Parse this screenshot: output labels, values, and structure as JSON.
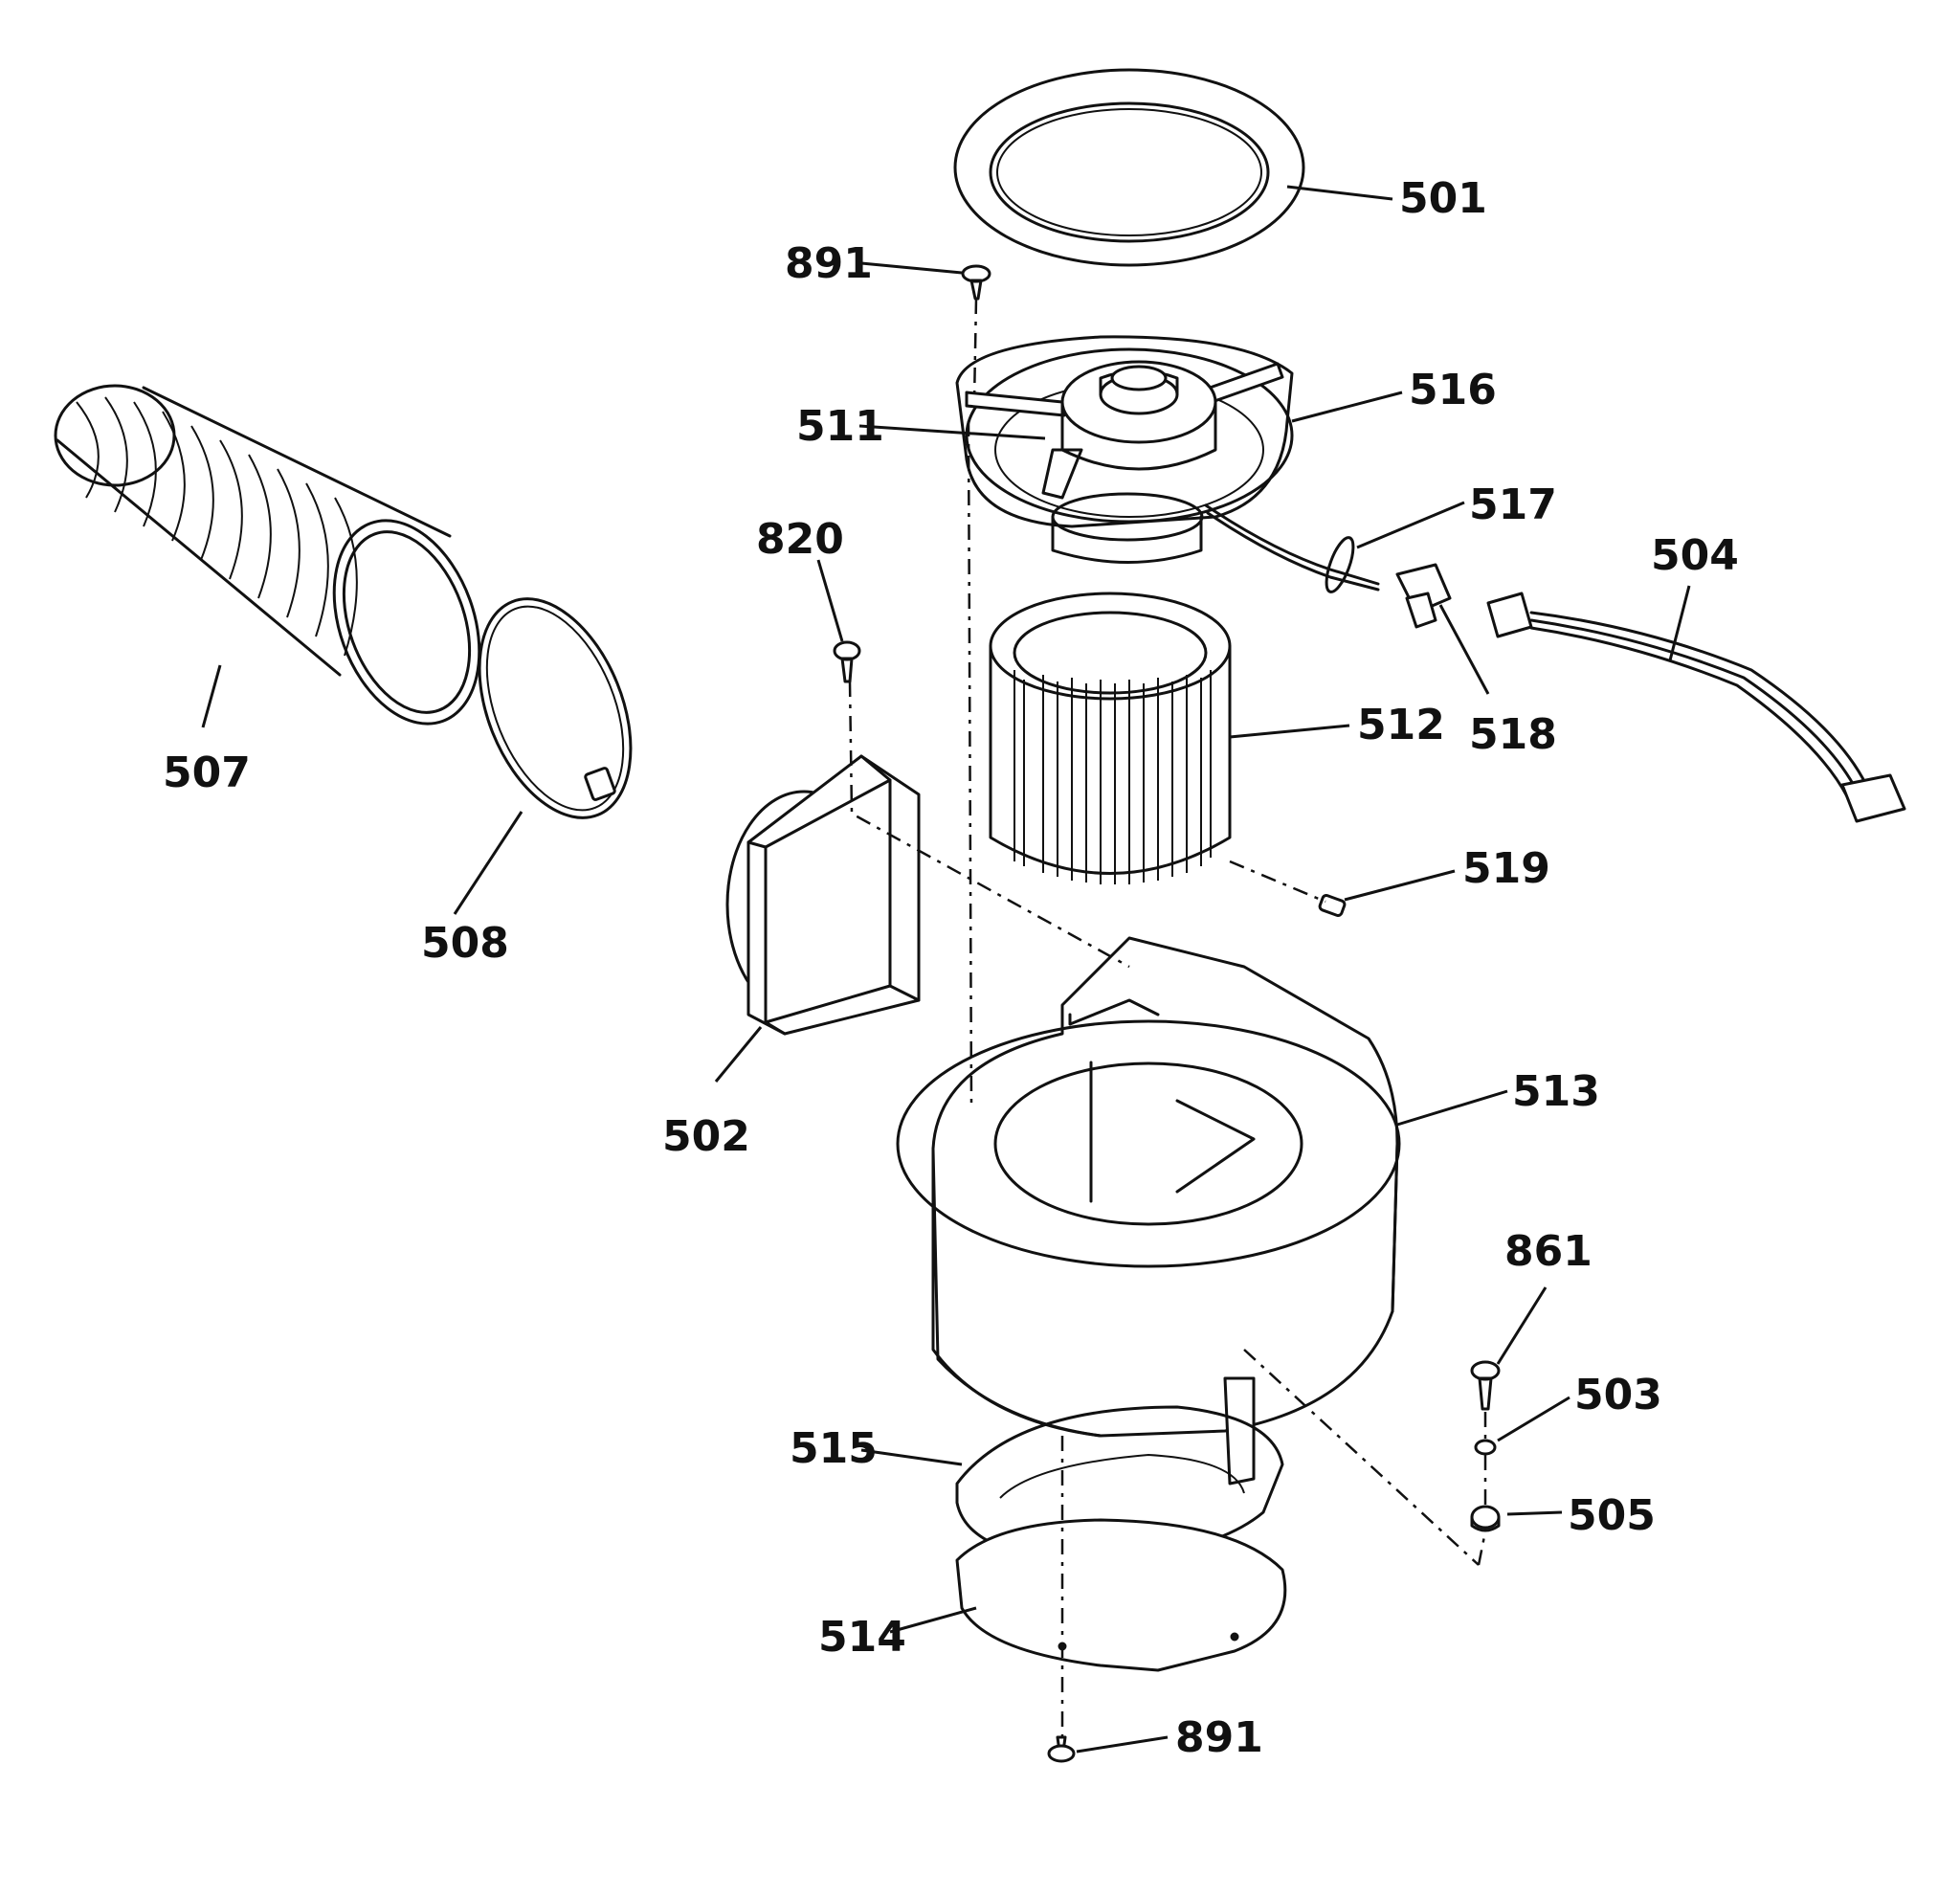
{
  "callouts": [
    {
      "id": "501",
      "text": "501"
    },
    {
      "id": "891-top",
      "text": "891"
    },
    {
      "id": "516",
      "text": "516"
    },
    {
      "id": "511",
      "text": "511"
    },
    {
      "id": "517",
      "text": "517"
    },
    {
      "id": "504",
      "text": "504"
    },
    {
      "id": "820",
      "text": "820"
    },
    {
      "id": "518",
      "text": "518"
    },
    {
      "id": "512",
      "text": "512"
    },
    {
      "id": "507",
      "text": "507"
    },
    {
      "id": "519",
      "text": "519"
    },
    {
      "id": "508",
      "text": "508"
    },
    {
      "id": "502",
      "text": "502"
    },
    {
      "id": "513",
      "text": "513"
    },
    {
      "id": "861",
      "text": "861"
    },
    {
      "id": "503",
      "text": "503"
    },
    {
      "id": "515",
      "text": "515"
    },
    {
      "id": "505",
      "text": "505"
    },
    {
      "id": "514",
      "text": "514"
    },
    {
      "id": "891-bottom",
      "text": "891"
    }
  ]
}
